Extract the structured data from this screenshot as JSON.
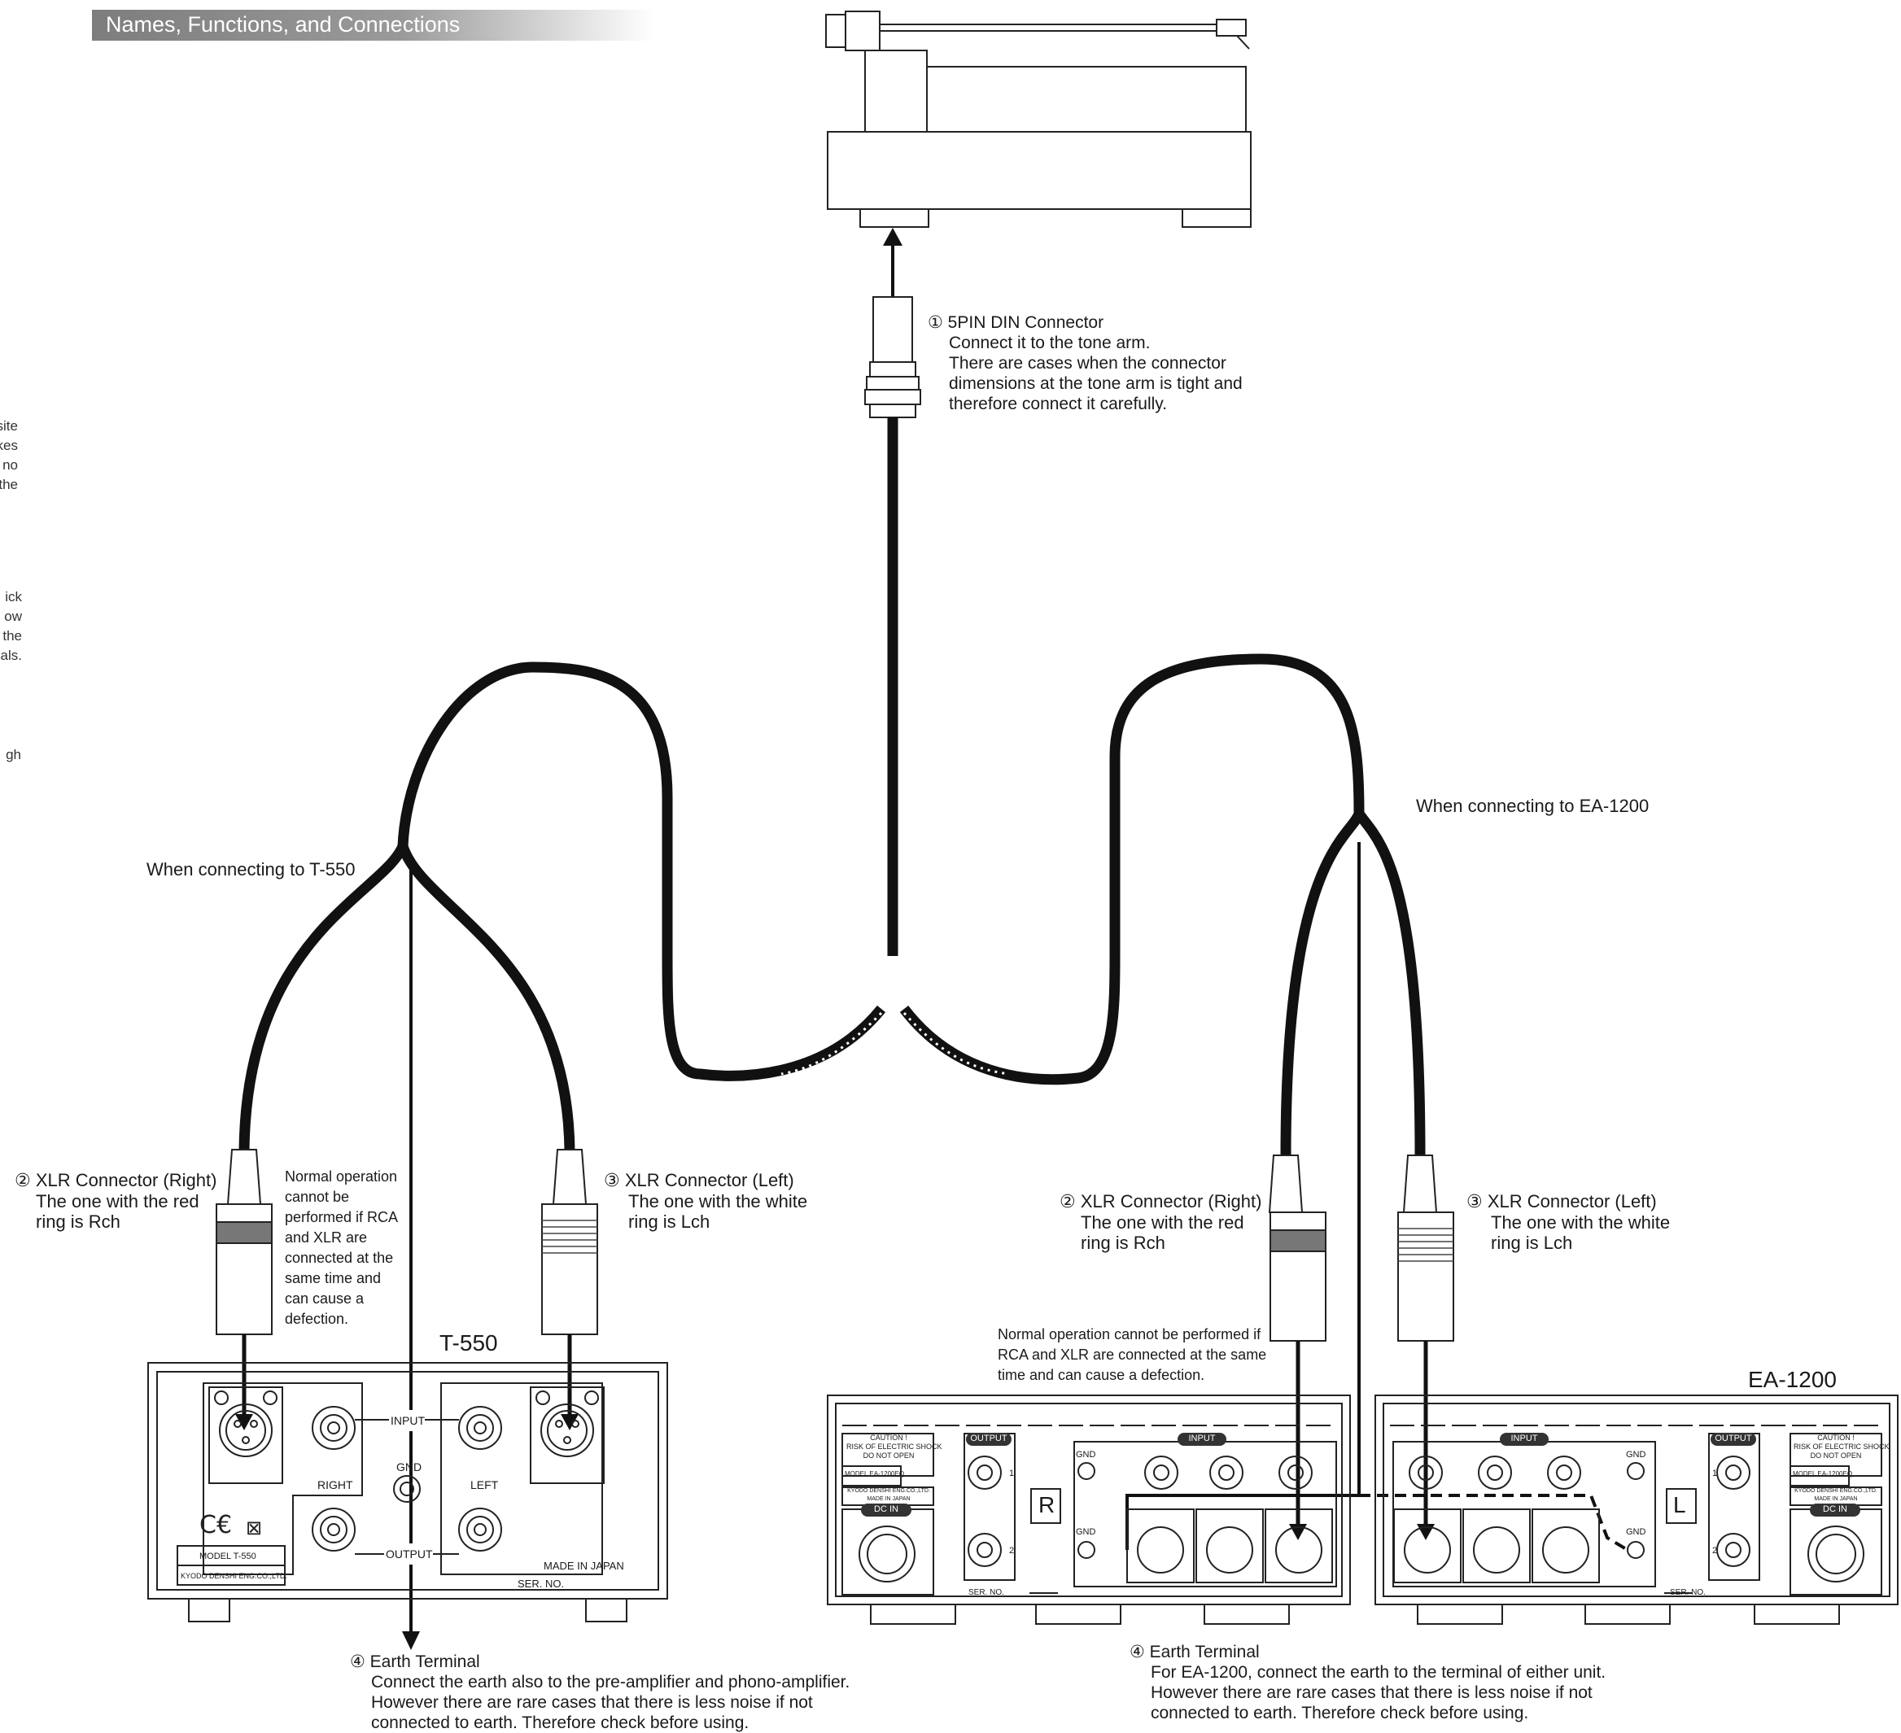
{
  "header": {
    "title": "Names, Functions, and Connections"
  },
  "edge_text": [
    "site",
    "kes",
    "no",
    "the",
    "ick",
    "ow",
    "the",
    "als.",
    "gh"
  ],
  "connectors": {
    "din": {
      "number": "①",
      "title": "5PIN DIN Connector",
      "lines": [
        "Connect it to the tone arm.",
        "There are cases when the connector",
        "dimensions at the tone arm is tight and",
        "therefore connect it carefully."
      ]
    },
    "t550_right": {
      "number": "②",
      "title": "XLR Connector (Right)",
      "lines": [
        "The one with the red",
        "ring is Rch"
      ]
    },
    "t550_left": {
      "number": "③",
      "title": "XLR Connector (Left)",
      "lines": [
        "The one with the white",
        "ring is Lch"
      ]
    },
    "ea_right": {
      "number": "②",
      "title": "XLR Connector (Right)",
      "lines": [
        "The one with the red",
        "ring is Rch"
      ]
    },
    "ea_left": {
      "number": "③",
      "title": "XLR Connector (Left)",
      "lines": [
        "The one with the white",
        "ring is Lch"
      ]
    }
  },
  "labels": {
    "t550_connect": "When connecting to T-550",
    "ea_connect": "When connecting to EA-1200",
    "t550_model": "T-550",
    "ea_model": "EA-1200",
    "t550_warning": [
      "Normal operation",
      "cannot be",
      "performed if RCA",
      "and XLR are",
      "connected at the",
      "same time and",
      "can cause a",
      "defection."
    ],
    "ea_warning": [
      "Normal operation cannot be performed if",
      "RCA and XLR are connected at the same",
      "time and can cause a defection."
    ]
  },
  "earth": {
    "t550": {
      "number": "④",
      "title": "Earth Terminal",
      "lines": [
        "Connect the earth also to the pre-amplifier and phono-amplifier.",
        "However there are rare cases that there is less noise if not",
        "connected to earth. Therefore check before using."
      ]
    },
    "ea": {
      "number": "④",
      "title": "Earth Terminal",
      "lines": [
        "For EA-1200, connect the earth to the terminal of either unit.",
        "However there are rare cases that there is less noise if not",
        "connected to earth. Therefore check before using."
      ]
    }
  },
  "panel_t550": {
    "input": "INPUT",
    "gnd": "GND",
    "right": "RIGHT",
    "left": "LEFT",
    "output": "OUTPUT",
    "model": "MODEL T-550",
    "maker": "KYODO DENSHI ENG.CO.,LTD.",
    "made_in": "MADE IN JAPAN",
    "ser_no": "SER. NO."
  },
  "panel_ea": {
    "caution": [
      "CAUTION !",
      "RISK OF ELECTRIC SHOCK",
      "DO NOT OPEN"
    ],
    "model": "MODEL EA-1200EQ",
    "maker": [
      "KYODO DENSHI ENG.CO.,LTD.",
      "MADE IN JAPAN"
    ],
    "output": "OUTPUT",
    "input": "INPUT",
    "gnd": "GND",
    "dc_in": "DC IN",
    "r": "R",
    "l": "L",
    "ser_no": "SER. NO.",
    "ch1": "1",
    "ch2": "2"
  }
}
